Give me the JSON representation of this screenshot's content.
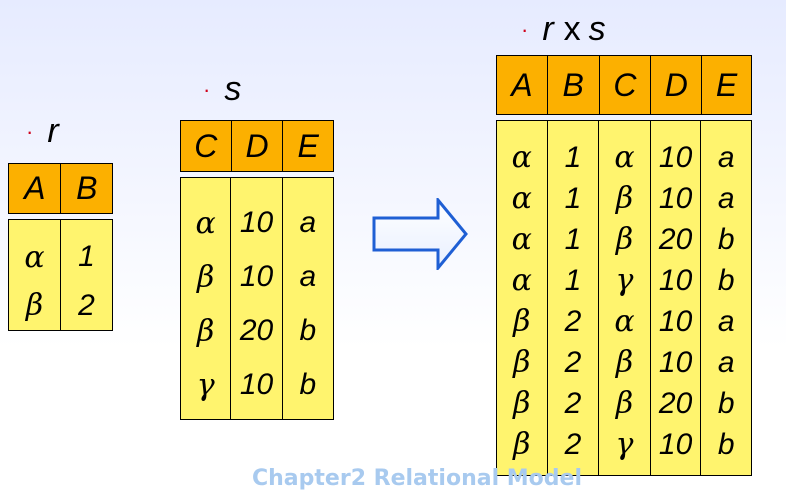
{
  "labels": {
    "r": "r",
    "s": "s",
    "rxs_r": "r",
    "rxs_x": "x",
    "rxs_s": "s",
    "bullet": "·"
  },
  "table_r": {
    "headers": [
      "A",
      "B"
    ],
    "rows": [
      [
        "α",
        "1"
      ],
      [
        "β",
        "2"
      ]
    ]
  },
  "table_s": {
    "headers": [
      "C",
      "D",
      "E"
    ],
    "rows": [
      [
        "α",
        "10",
        "a"
      ],
      [
        "β",
        "10",
        "a"
      ],
      [
        "β",
        "20",
        "b"
      ],
      [
        "γ",
        "10",
        "b"
      ]
    ]
  },
  "table_rxs": {
    "headers": [
      "A",
      "B",
      "C",
      "D",
      "E"
    ],
    "rows": [
      [
        "α",
        "1",
        "α",
        "10",
        "a"
      ],
      [
        "α",
        "1",
        "β",
        "10",
        "a"
      ],
      [
        "α",
        "1",
        "β",
        "20",
        "b"
      ],
      [
        "α",
        "1",
        "γ",
        "10",
        "b"
      ],
      [
        "β",
        "2",
        "α",
        "10",
        "a"
      ],
      [
        "β",
        "2",
        "β",
        "10",
        "a"
      ],
      [
        "β",
        "2",
        "β",
        "20",
        "b"
      ],
      [
        "β",
        "2",
        "γ",
        "10",
        "b"
      ]
    ]
  },
  "footer": "Chapter2 Relational Model",
  "colors": {
    "header_fill": "#fcb000",
    "body_fill": "#fff46e",
    "arrow": "#1f5fd4",
    "bullet": "#d0021b"
  },
  "icons": {
    "arrow": "right-arrow-icon"
  }
}
